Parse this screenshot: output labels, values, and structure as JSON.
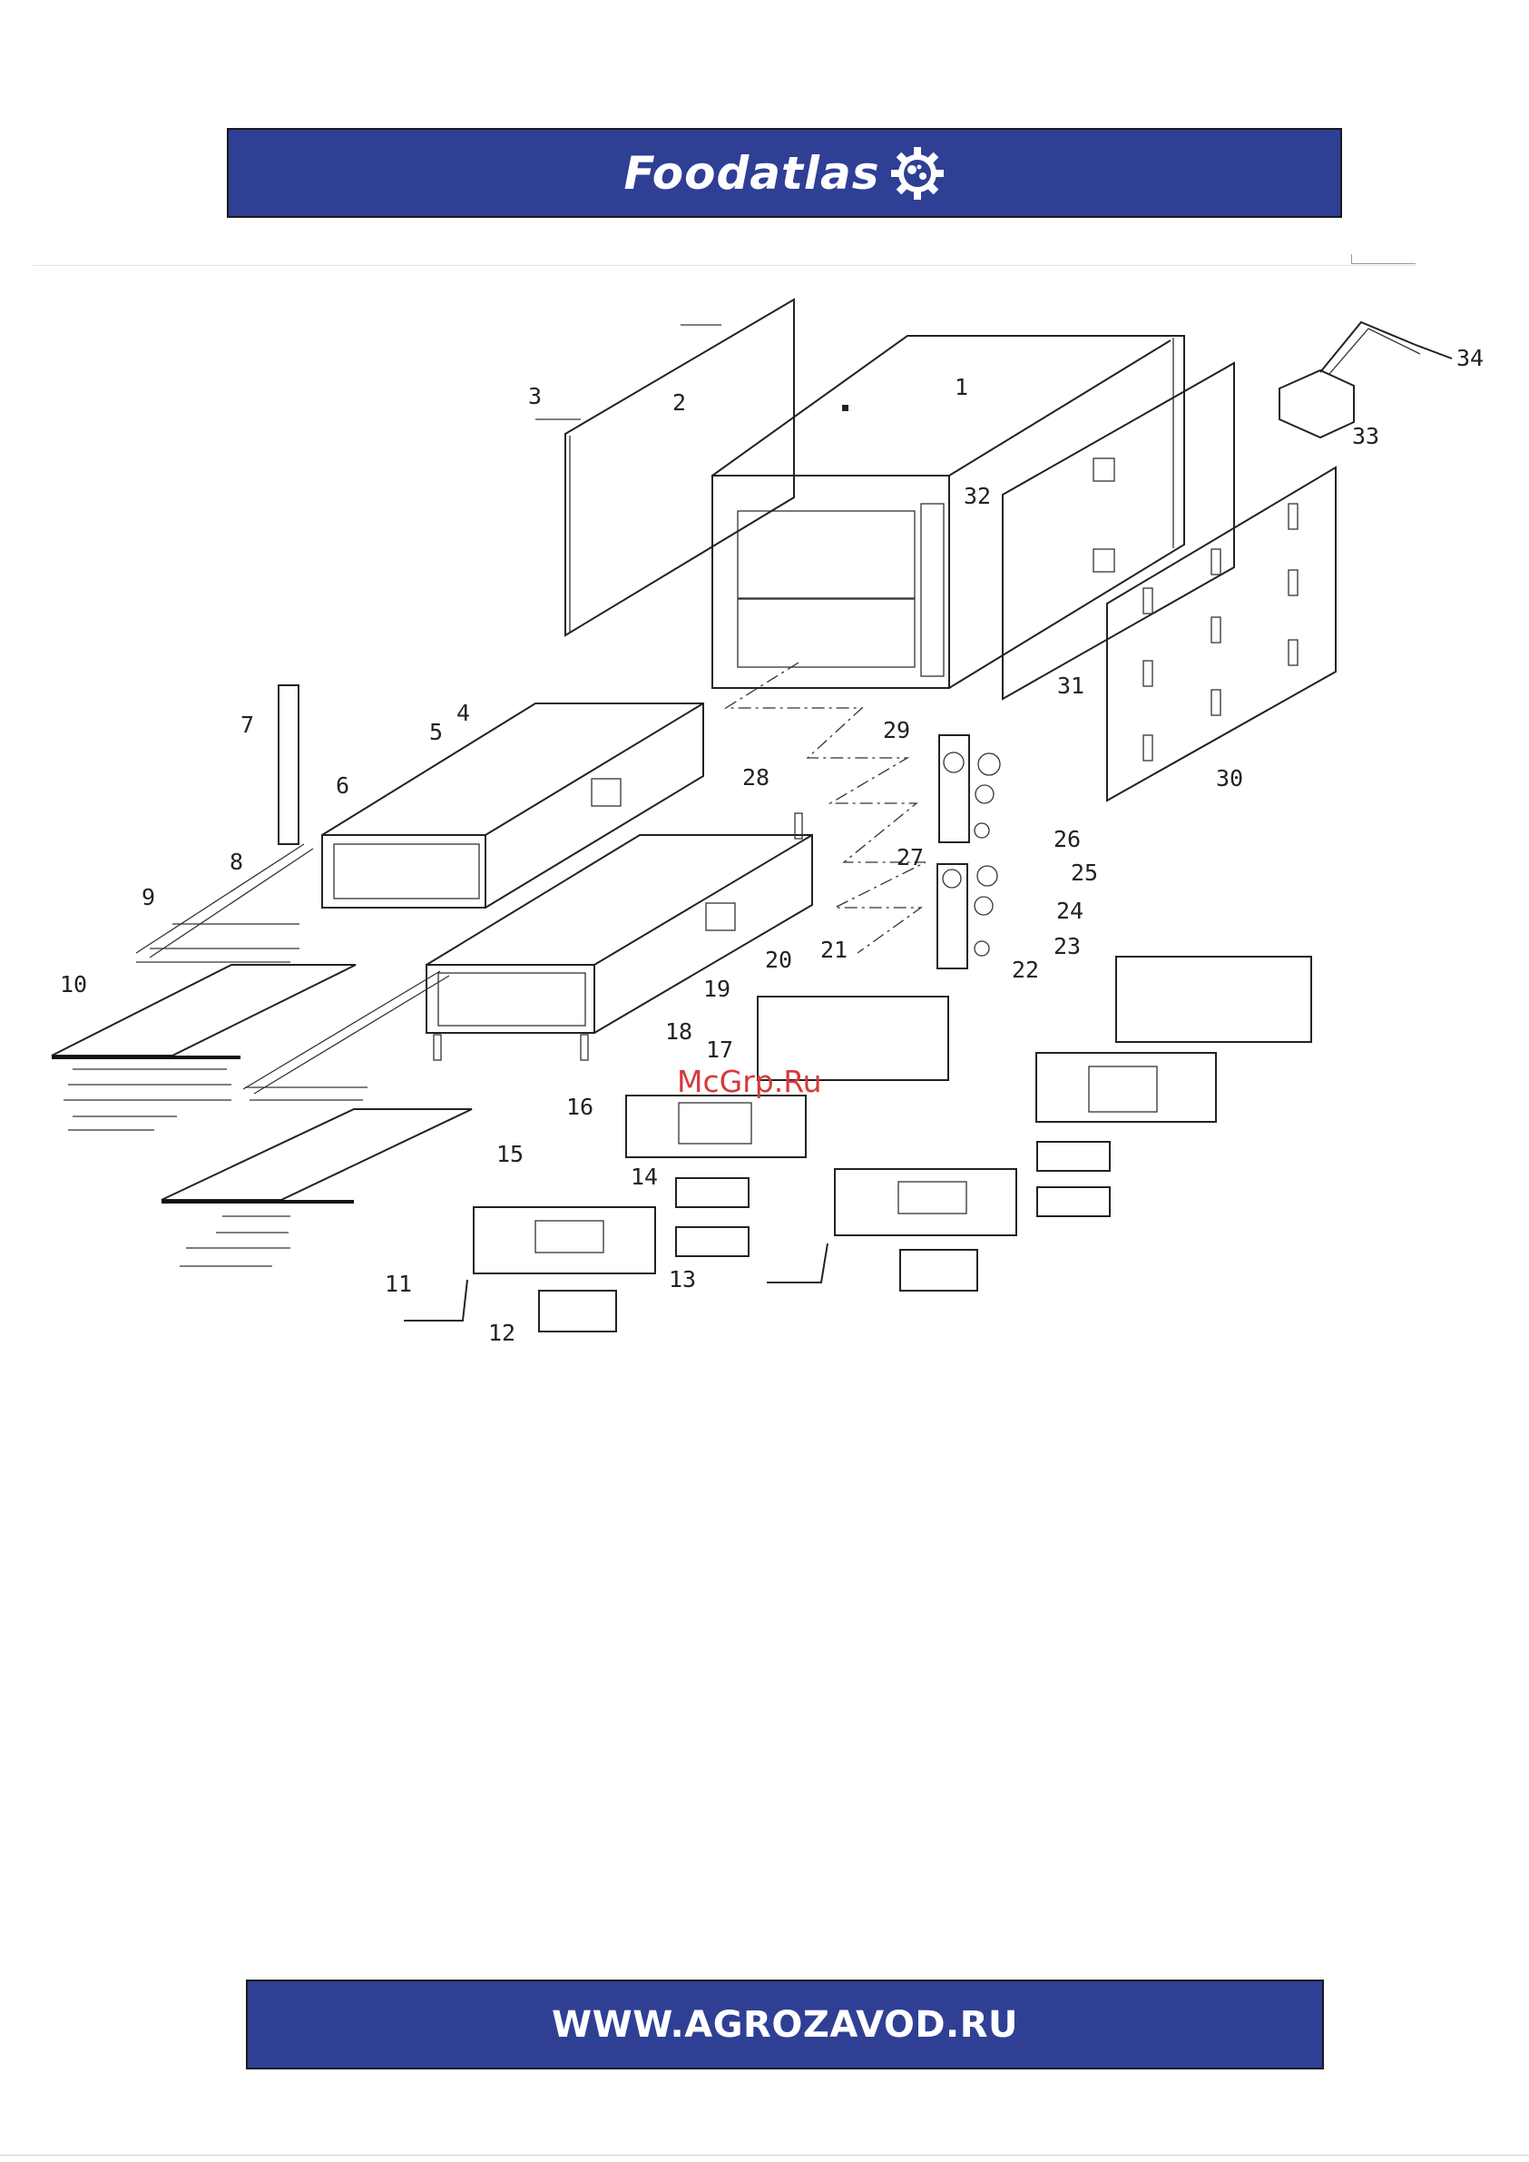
{
  "header": {
    "brand": "Foodatlas",
    "banner_color": "#2f3f94",
    "logo_icon": "gear-icon"
  },
  "diagram": {
    "watermark": "McGrp.Ru",
    "callouts": [
      "1",
      "2",
      "3",
      "4",
      "5",
      "6",
      "7",
      "8",
      "9",
      "10",
      "11",
      "12",
      "13",
      "14",
      "15",
      "16",
      "17",
      "18",
      "19",
      "20",
      "21",
      "22",
      "23",
      "24",
      "25",
      "26",
      "27",
      "28",
      "29",
      "30",
      "31",
      "32",
      "33",
      "34"
    ]
  },
  "footer": {
    "url": "WWW.AGROZAVOD.RU",
    "banner_color": "#2f3f94"
  }
}
